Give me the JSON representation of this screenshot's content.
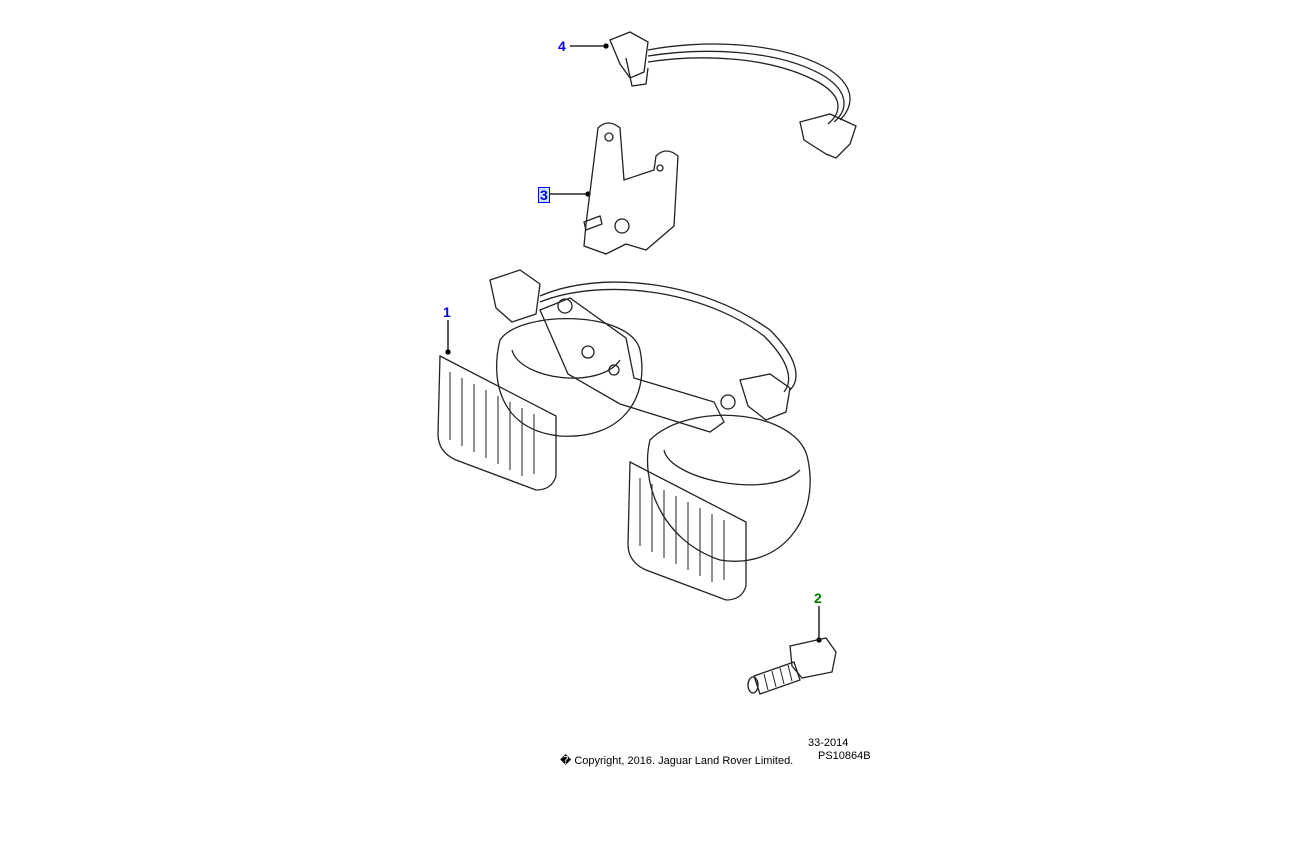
{
  "callouts": [
    {
      "id": "1",
      "label": "1",
      "color": "#0000ee"
    },
    {
      "id": "2",
      "label": "2",
      "color": "#007700"
    },
    {
      "id": "3",
      "label": "3",
      "color": "#0000ee",
      "selected": true
    },
    {
      "id": "4",
      "label": "4",
      "color": "#0000ee"
    }
  ],
  "footer": {
    "figure_code": "33-2014",
    "illustration_id": "PS10864B",
    "copyright": "� Copyright, 2016. Jaguar Land Rover Limited."
  }
}
